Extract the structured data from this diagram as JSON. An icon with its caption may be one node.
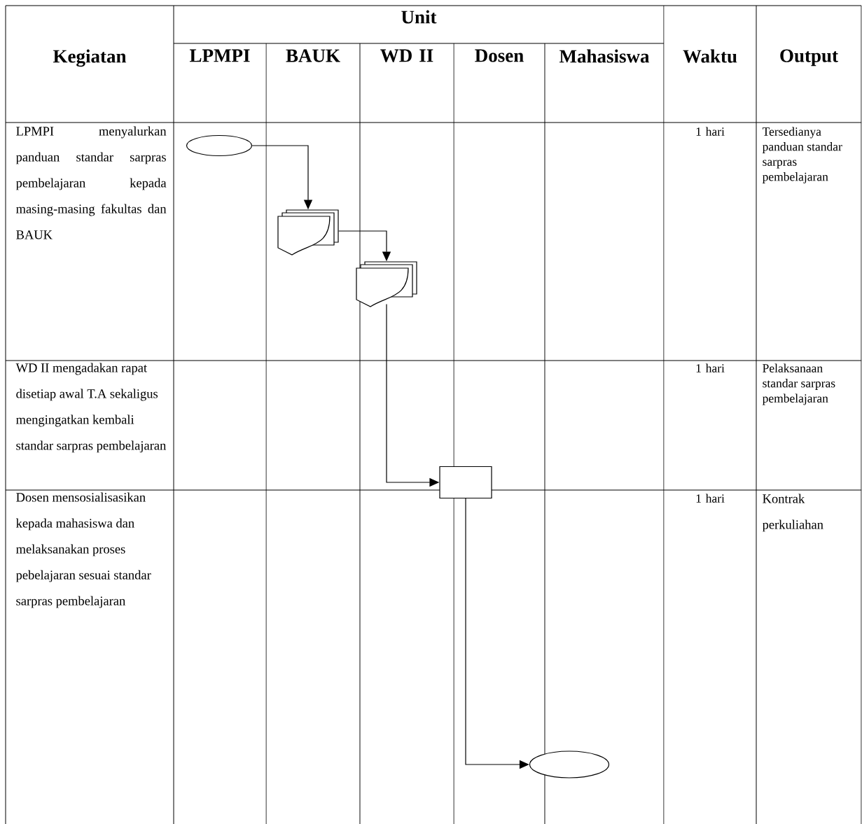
{
  "diagram": {
    "nodes": [
      {
        "text": [],
        "shape": "ellipse"
      },
      {
        "text": [],
        "shape": "document"
      },
      {
        "text": [],
        "shape": "document"
      },
      {
        "text": [],
        "shape": "box"
      },
      {
        "text": [],
        "shape": "ellipse"
      }
    ],
    "edges": [
      {
        "from": 0,
        "to": 1,
        "arrow": "to"
      },
      {
        "from": 1,
        "to": 2,
        "arrow": "to"
      },
      {
        "from": 2,
        "to": 3,
        "arrow": "to"
      },
      {
        "from": 3,
        "to": 4,
        "arrow": "to"
      }
    ],
    "labels": [
      "Unit",
      "Kegiatan",
      "LPMPI",
      "BAUK",
      "WD II",
      "Dosen",
      "Mahasiswa",
      "Waktu",
      "Output",
      "LPMPI menyalurkan panduan standar sarpras pembelajaran kepada masing-masing fakultas dan BAUK",
      "1 hari",
      "Tersedianya panduan standar sarpras pembelajaran",
      "WD II mengadakan rapat disetiap awal T.A sekaligus mengingatkan kembali standar sarpras pembelajaran",
      "1 hari",
      "Pelaksanaan standar sarpras pembelajaran",
      "Dosen mensosialisasikan kepada mahasiswa dan melaksanakan proses pebelajaran sesuai standar sarpras pembelajaran",
      "1 hari",
      "Kontrak perkuliahan"
    ]
  }
}
